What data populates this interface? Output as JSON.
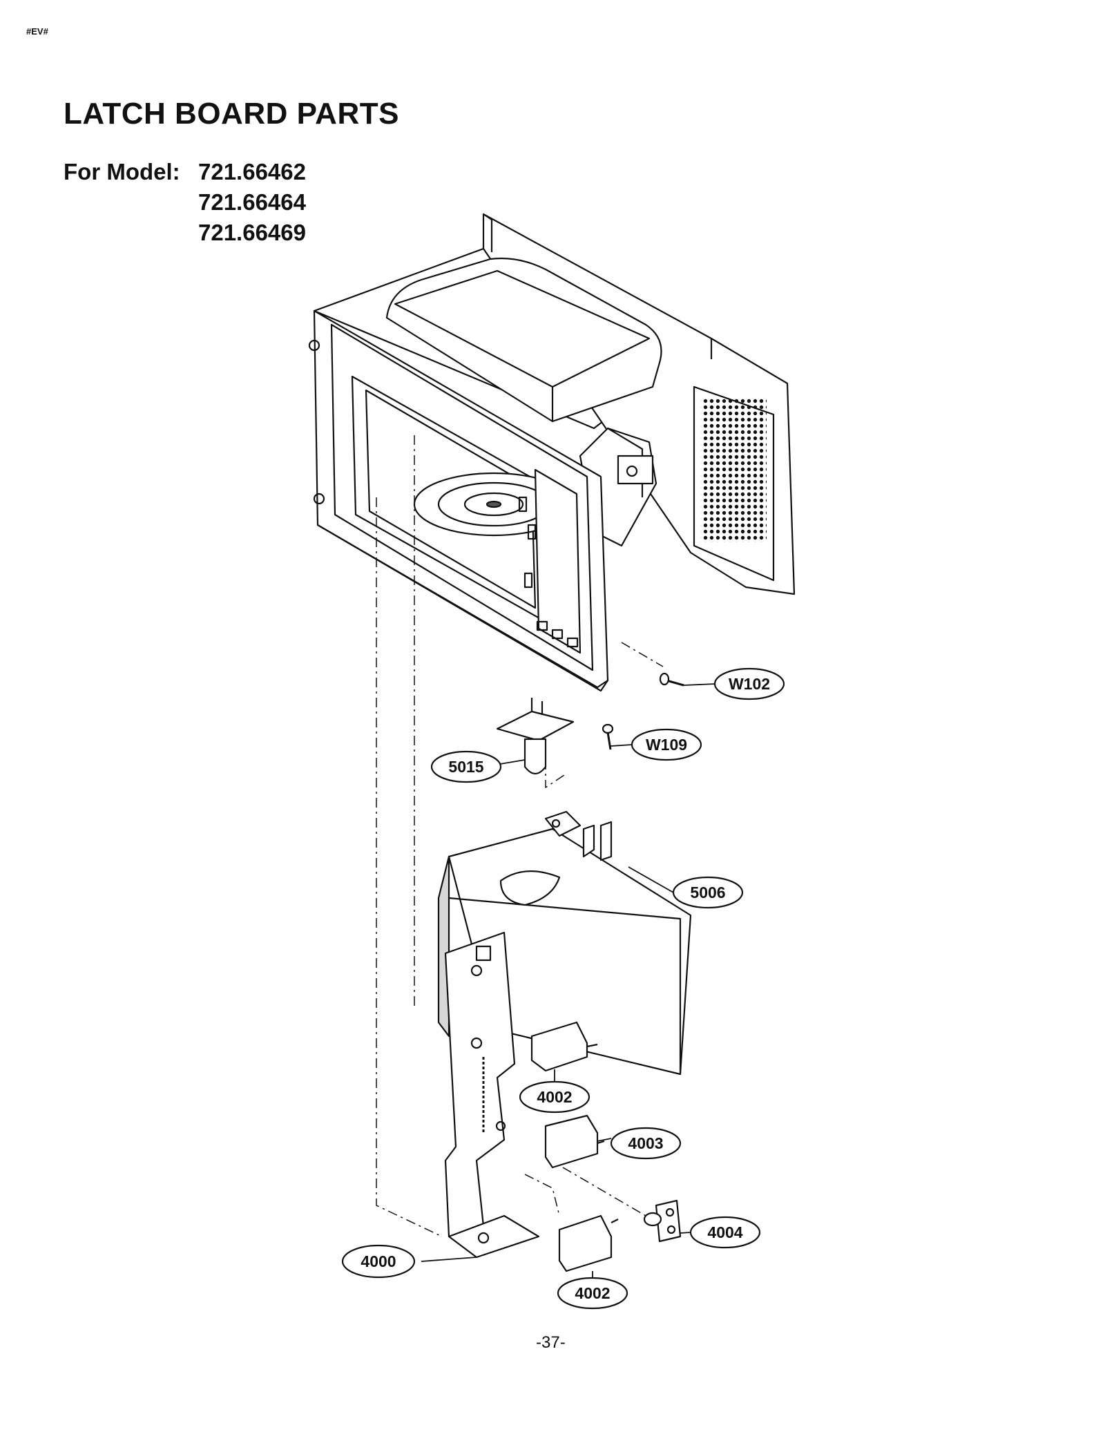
{
  "header": {
    "code": "#EV#"
  },
  "title": "LATCH BOARD PARTS",
  "models": {
    "label": "For Model:",
    "numbers": [
      "721.66462",
      "721.66464",
      "721.66469"
    ]
  },
  "callouts": [
    "W102",
    "W109",
    "5015",
    "5006",
    "4002",
    "4003",
    "4004",
    "4000",
    "4002"
  ],
  "page_number": "-37-",
  "colors": {
    "line": "#111111",
    "fill": "#ffffff",
    "shade": "#d8d8d8",
    "dark": "#555555"
  }
}
